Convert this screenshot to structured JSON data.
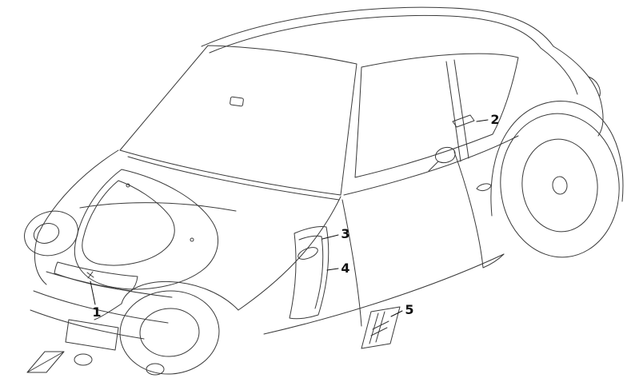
{
  "diagram": {
    "callouts": [
      {
        "label": "1"
      },
      {
        "label": "2"
      },
      {
        "label": "3"
      },
      {
        "label": "4"
      },
      {
        "label": "5"
      }
    ]
  },
  "colors": {
    "line": "#3a3a3a",
    "background": "#ffffff"
  }
}
